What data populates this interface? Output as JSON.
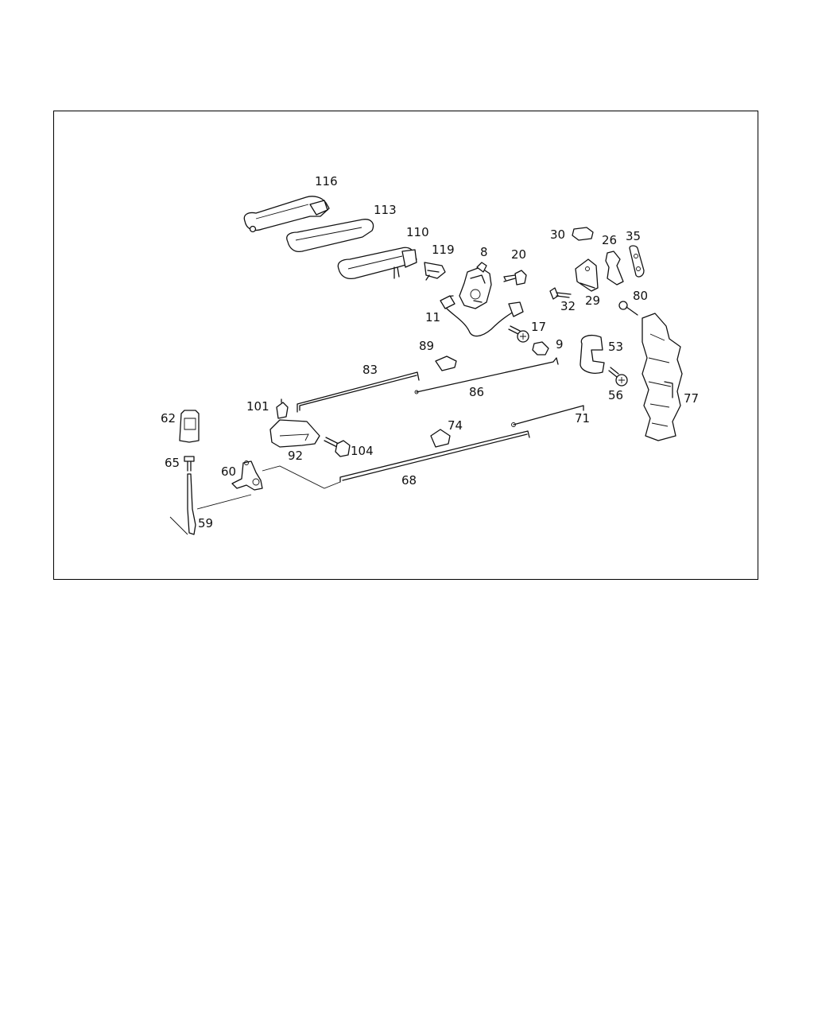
{
  "diagram": {
    "part_numbers": [
      "116",
      "113",
      "110",
      "119",
      "8",
      "20",
      "30",
      "26",
      "35",
      "29",
      "32",
      "80",
      "11",
      "17",
      "89",
      "9",
      "53",
      "83",
      "86",
      "56",
      "77",
      "62",
      "101",
      "92",
      "104",
      "74",
      "71",
      "65",
      "60",
      "68",
      "59"
    ]
  },
  "colors": {
    "line": "#111111",
    "background": "#ffffff",
    "frame": "#000000"
  }
}
